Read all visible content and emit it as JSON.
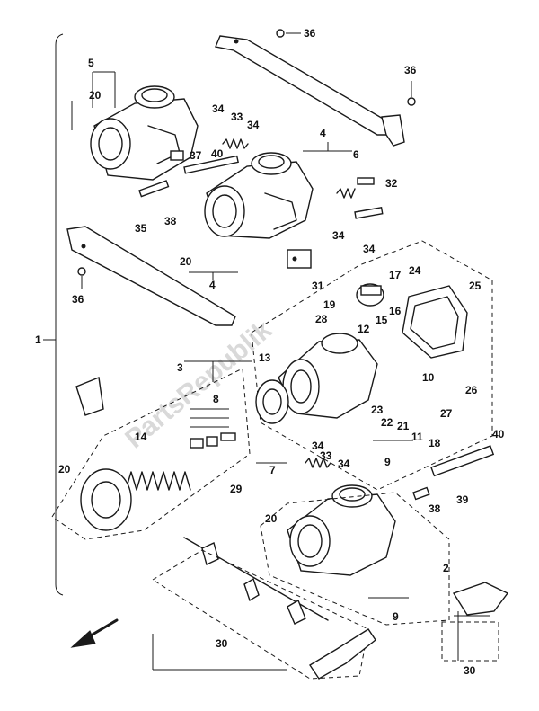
{
  "diagram": {
    "watermark": "PartsRepublik",
    "callouts": {
      "c1": "1",
      "c2": "2",
      "c3": "3",
      "c4a": "4",
      "c4b": "4",
      "c5": "5",
      "c6": "6",
      "c7": "7",
      "c8": "8",
      "c9a": "9",
      "c9b": "9",
      "c10": "10",
      "c11": "11",
      "c12": "12",
      "c13": "13",
      "c14": "14",
      "c15": "15",
      "c16": "16",
      "c17": "17",
      "c18": "18",
      "c19": "19",
      "c20a": "20",
      "c20b": "20",
      "c20c": "20",
      "c20d": "20",
      "c21": "21",
      "c22": "22",
      "c23": "23",
      "c24": "24",
      "c25": "25",
      "c26": "26",
      "c27": "27",
      "c28": "28",
      "c29": "29",
      "c30a": "30",
      "c30b": "30",
      "c31": "31",
      "c32": "32",
      "c33a": "33",
      "c33b": "33",
      "c34a": "34",
      "c34b": "34",
      "c34c": "34",
      "c34d": "34",
      "c34e": "34",
      "c34f": "34",
      "c35": "35",
      "c36a": "36",
      "c36b": "36",
      "c36c": "36",
      "c37": "37",
      "c38a": "38",
      "c38b": "38",
      "c39": "39",
      "c40a": "40",
      "c40b": "40"
    }
  }
}
